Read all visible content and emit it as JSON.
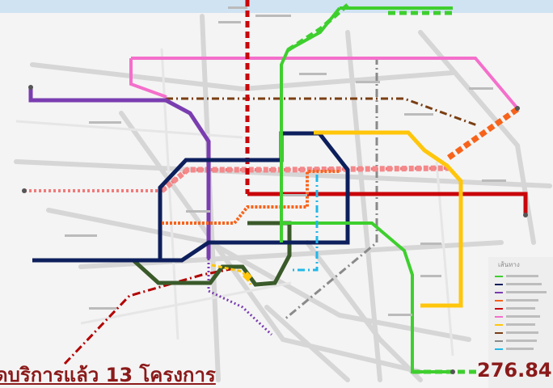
{
  "caption": {
    "projects_text": "ดบริการแล้ว 13 โครงการ",
    "distance_value": "276.84"
  },
  "legend": {
    "title": "เส้นทาง"
  },
  "colors": {
    "purple": "#7a3db0",
    "pink": "#f46fcb",
    "navy": "#0d1f5c",
    "green": "#3ecf2e",
    "yellow": "#ffc60b",
    "red": "#c8070b",
    "orange": "#f7631b",
    "brown": "#7a3e12",
    "gray": "#8a8a8a",
    "cyan": "#22b7e8",
    "olive": "#3a5a2a",
    "salmon": "#f07a7a",
    "darkred": "#b30000",
    "caption": "#8b1a1a"
  }
}
